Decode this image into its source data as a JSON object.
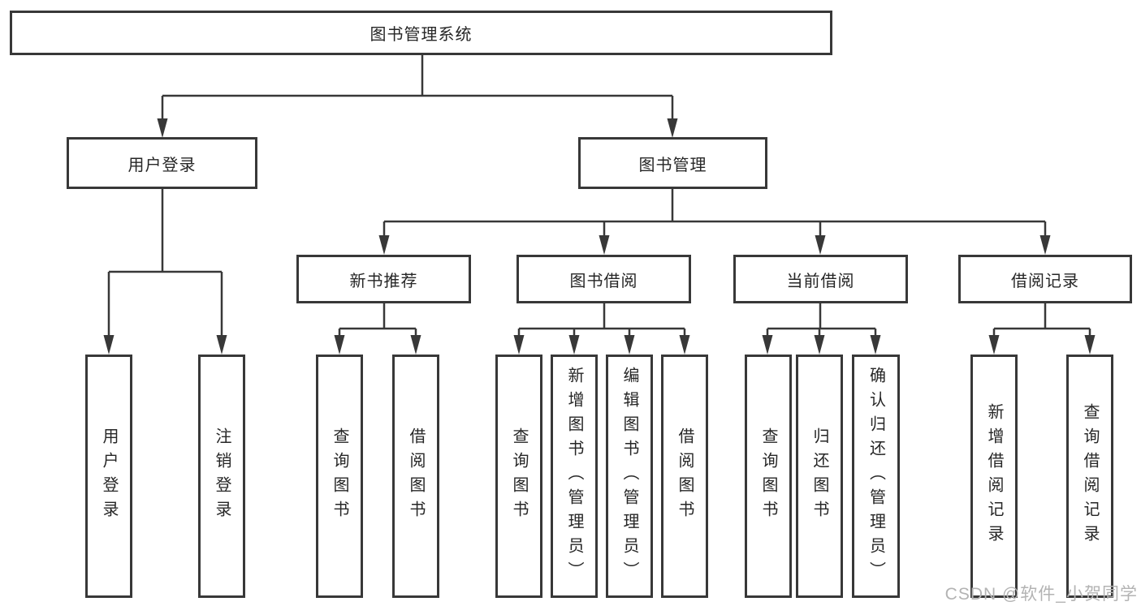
{
  "diagram_type": "hierarchy-tree",
  "colors": {
    "line": "#383838",
    "text": "#262626",
    "box_background": "#ffffff",
    "watermark": "#b3b3b3"
  },
  "tree": {
    "label": "图书管理系统",
    "children": [
      {
        "label": "用户登录",
        "children": [
          {
            "label": "用户登录"
          },
          {
            "label": "注销登录"
          }
        ]
      },
      {
        "label": "图书管理",
        "children": [
          {
            "label": "新书推荐",
            "children": [
              {
                "label": "查询图书"
              },
              {
                "label": "借阅图书"
              }
            ]
          },
          {
            "label": "图书借阅",
            "children": [
              {
                "label": "查询图书"
              },
              {
                "label": "新增图书（管理员）"
              },
              {
                "label": "编辑图书（管理员）"
              },
              {
                "label": "借阅图书"
              }
            ]
          },
          {
            "label": "当前借阅",
            "children": [
              {
                "label": "查询图书"
              },
              {
                "label": "归还图书"
              },
              {
                "label": "确认归还（管理员）"
              }
            ]
          },
          {
            "label": "借阅记录",
            "children": [
              {
                "label": "新增借阅记录"
              },
              {
                "label": "查询借阅记录"
              }
            ]
          }
        ]
      }
    ]
  },
  "watermark": {
    "text": "CSDN @软件_小贺同学"
  }
}
